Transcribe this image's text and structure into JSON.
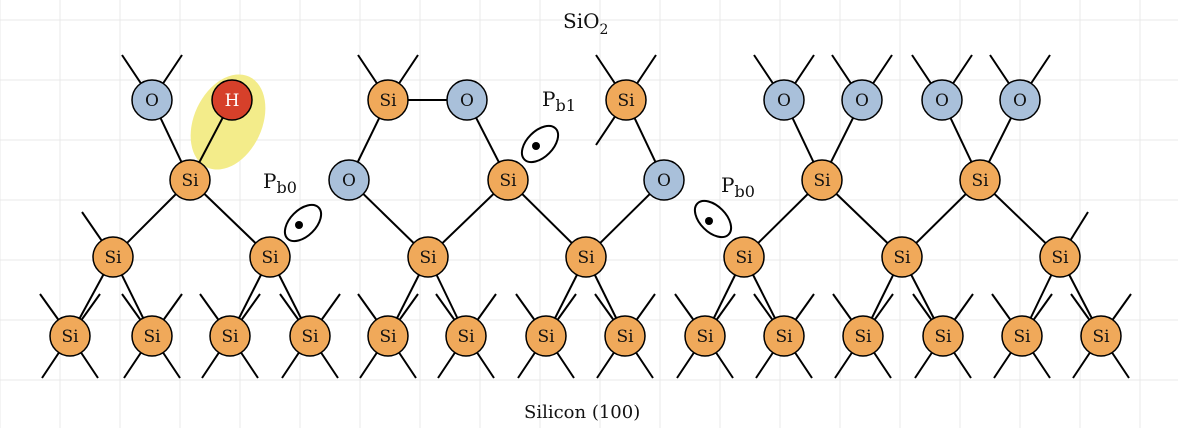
{
  "labels": {
    "top": "SiO",
    "top_sub": "2",
    "bottom": "Silicon (100)",
    "pb0_left_base": "P",
    "pb0_left_sub": "b0",
    "pb1_base": "P",
    "pb1_sub": "b1",
    "pb0_right_base": "P",
    "pb0_right_sub": "b0"
  },
  "atom_text": {
    "si": "Si",
    "o": "O",
    "h": "H"
  },
  "colors": {
    "si": "#F0A95A",
    "o": "#A9C0DA",
    "h": "#D6402A",
    "highlight": "#F3EC8A",
    "bond": "#000000",
    "grid": "#E8E8E8"
  }
}
